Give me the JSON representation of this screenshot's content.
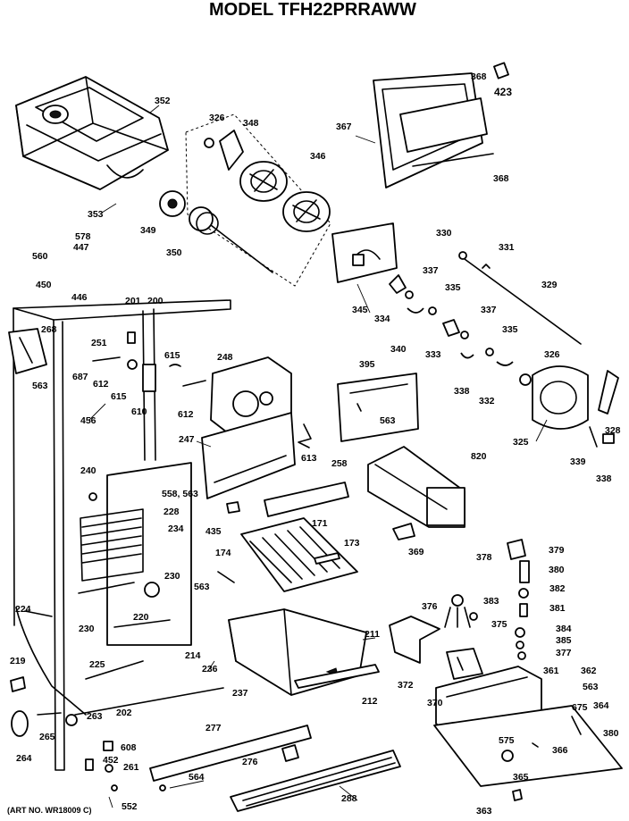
{
  "title": "MODEL TFH22PRRAWW",
  "art_number": "(ART NO. WR18009 C)",
  "parts": {
    "p352": "352",
    "p326a": "326",
    "p348": "348",
    "p346": "346",
    "p367": "367",
    "p368a": "368",
    "p423": "423",
    "p368b": "368",
    "p353": "353",
    "p349": "349",
    "p350": "350",
    "p578": "578",
    "p447": "447",
    "p560": "560",
    "p450": "450",
    "p446": "446",
    "p330": "330",
    "p331": "331",
    "p345": "345",
    "p337a": "337",
    "p334": "334",
    "p335a": "335",
    "p329": "329",
    "p340": "340",
    "p333": "333",
    "p337b": "337",
    "p335b": "335",
    "p338a": "338",
    "p332": "332",
    "p326b": "326",
    "p201": "201",
    "p200": "200",
    "p268": "268",
    "p563a": "563",
    "p251": "251",
    "p687": "687",
    "p612a": "612",
    "p615a": "615",
    "p615b": "615",
    "p610": "610",
    "p612b": "612",
    "p248": "248",
    "p395": "395",
    "p563b": "563",
    "p325": "325",
    "p328": "328",
    "p339": "339",
    "p338b": "338",
    "p456": "456",
    "p247": "247",
    "p613": "613",
    "p258": "258",
    "p820": "820",
    "p240": "240",
    "p558_563": "558, 563",
    "p228": "228",
    "p234": "234",
    "p435": "435",
    "p171": "171",
    "p173": "173",
    "p369": "369",
    "p378": "378",
    "p379": "379",
    "p380a": "380",
    "p230a": "230",
    "p174": "174",
    "p563c": "563",
    "p382": "382",
    "p381": "381",
    "p224": "224",
    "p220": "220",
    "p230b": "230",
    "p376": "376",
    "p375": "375",
    "p383": "383",
    "p384": "384",
    "p385a": "385",
    "p211": "211",
    "p214": "214",
    "p372": "372",
    "p377": "377",
    "p236": "236",
    "p219": "219",
    "p225": "225",
    "p237": "237",
    "p370": "370",
    "p361": "361",
    "p362": "362",
    "p563d": "563",
    "p212": "212",
    "p675": "675",
    "p364": "364",
    "p263": "263",
    "p202": "202",
    "p265": "265",
    "p277": "277",
    "p380b": "380",
    "p608": "608",
    "p575": "575",
    "p366": "366",
    "p264": "264",
    "p452": "452",
    "p261": "261",
    "p276": "276",
    "p365": "365",
    "p564": "564",
    "p288": "288",
    "p552": "552",
    "p363": "363"
  }
}
